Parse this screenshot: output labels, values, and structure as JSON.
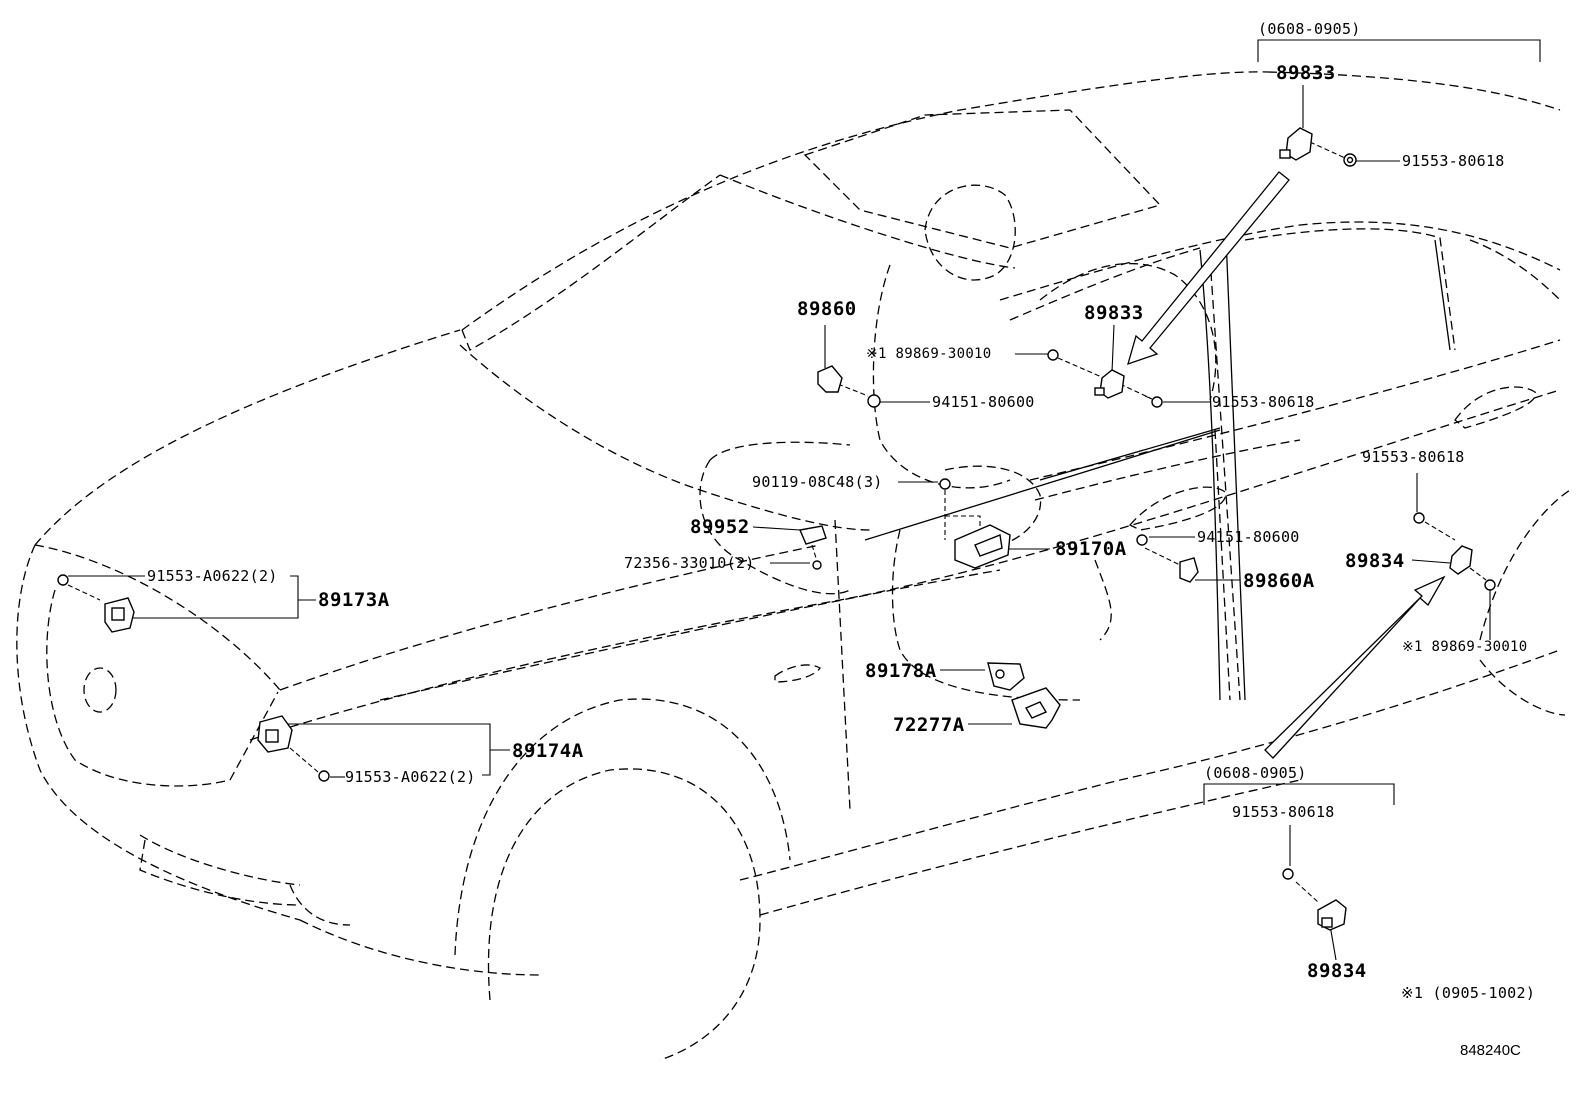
{
  "diagram": {
    "ref_code": "848240C",
    "footnote": "※1 (0905-1002)",
    "date_range_top": "(0608-0905)",
    "date_range_bottom": "(0608-0905)",
    "labels": {
      "p89833_top": "89833",
      "p91553_80618_top": "91553-80618",
      "p89833_mid": "89833",
      "p89869_mid": "※1 89869-30010",
      "p91553_80618_mid": "91553-80618",
      "p89860": "89860",
      "p94151_80600_left": "94151-80600",
      "p90119": "90119-08C48(3)",
      "p89952": "89952",
      "p72356": "72356-33010(2)",
      "p89170A": "89170A",
      "p94151_80600_right": "94151-80600",
      "p89860A": "89860A",
      "p91553_80618_right": "91553-80618",
      "p89834_right": "89834",
      "p89869_right": "※1 89869-30010",
      "p91553_A0622_top": "91553-A0622(2)",
      "p89173A": "89173A",
      "p89174A": "89174A",
      "p91553_A0622_bottom": "91553-A0622(2)",
      "p89178A": "89178A",
      "p72277A": "72277A",
      "p91553_80618_bottom": "91553-80618",
      "p89834_bottom": "89834"
    }
  }
}
